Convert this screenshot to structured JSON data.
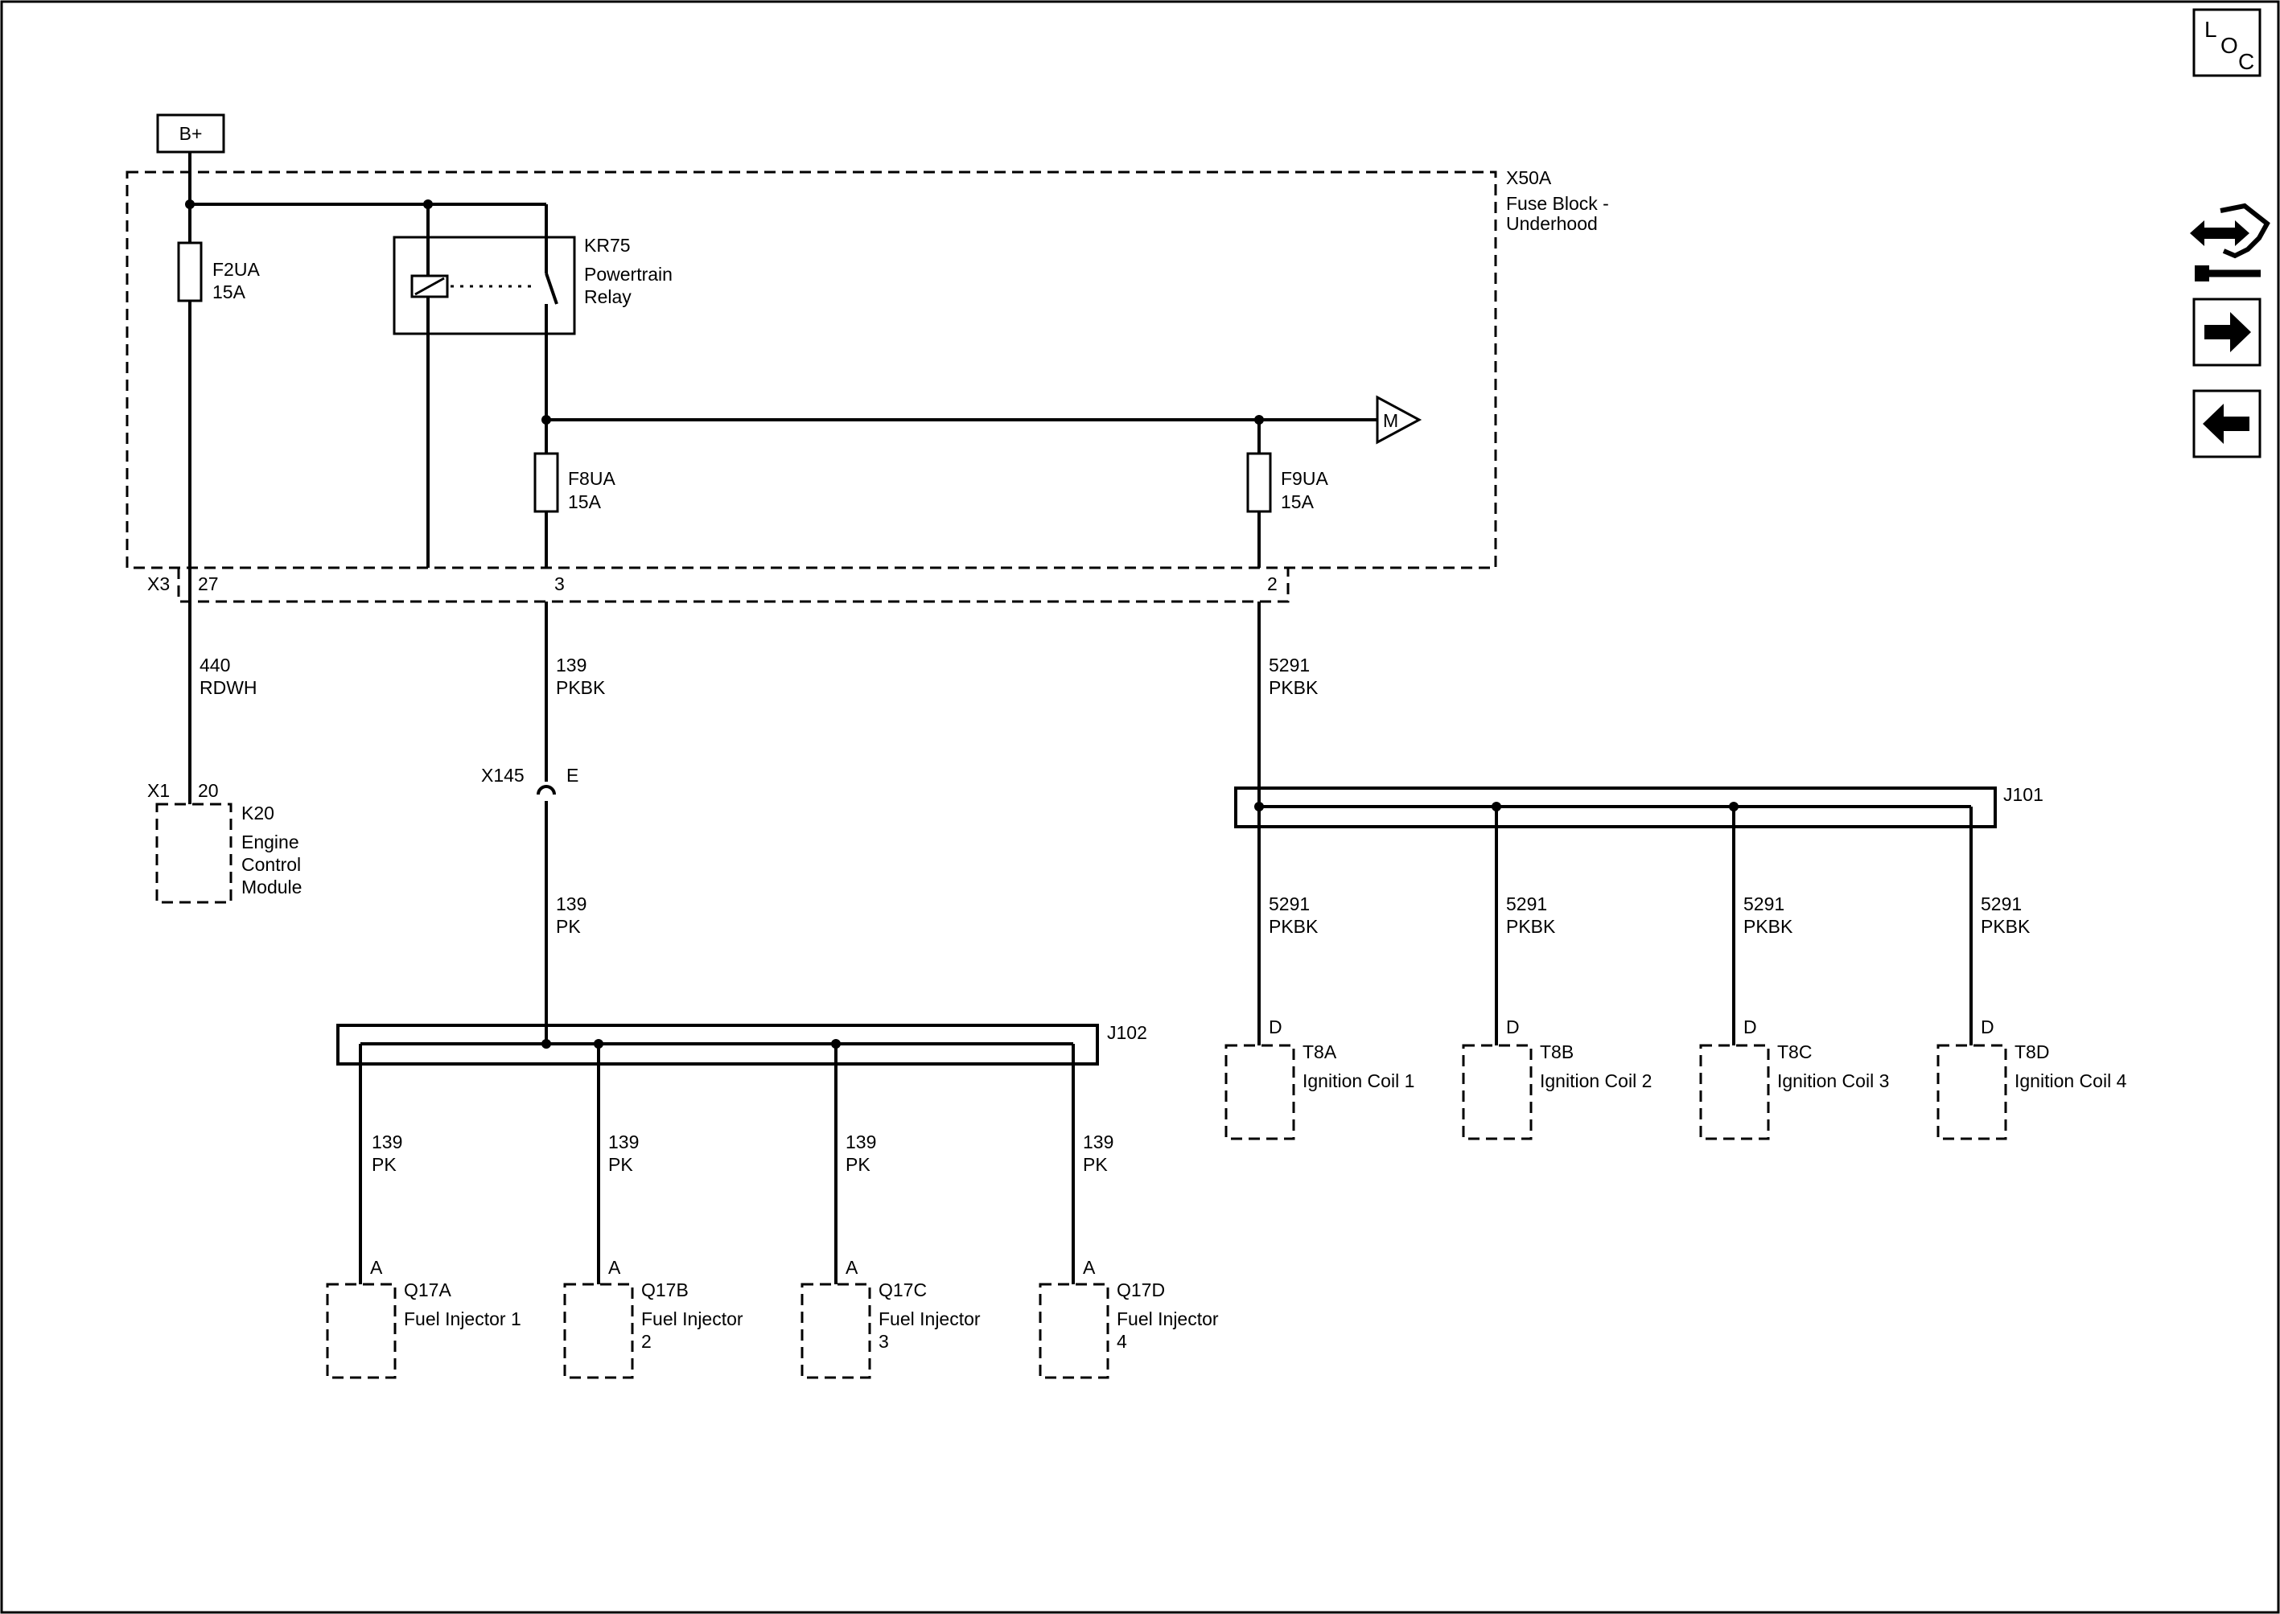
{
  "source": {
    "label": "B+"
  },
  "fuse_block": {
    "id": "X50A",
    "name_line1": "Fuse Block -",
    "name_line2": "Underhood"
  },
  "fuses": {
    "f2ua": {
      "name": "F2UA",
      "rating": "15A"
    },
    "f8ua": {
      "name": "F8UA",
      "rating": "15A"
    },
    "f9ua": {
      "name": "F9UA",
      "rating": "15A"
    }
  },
  "relay": {
    "id": "KR75",
    "name_line1": "Powertrain",
    "name_line2": "Relay"
  },
  "m_ref": {
    "label": "M"
  },
  "x3": {
    "connector": "X3",
    "pin27": "27",
    "pin3": "3",
    "pin2": "2"
  },
  "wires": {
    "w440": {
      "circuit": "440",
      "color": "RDWH"
    },
    "w139_main": {
      "circuit": "139",
      "color": "PKBK"
    },
    "w139_pk": {
      "circuit": "139",
      "color": "PK"
    },
    "w5291": {
      "circuit": "5291",
      "color": "PKBK"
    }
  },
  "ecm": {
    "connector": "X1",
    "pin": "20",
    "id": "K20",
    "name_line1": "Engine",
    "name_line2": "Control",
    "name_line3": "Module"
  },
  "inline": {
    "connector": "X145",
    "pin": "E"
  },
  "splices": {
    "j101": "J101",
    "j102": "J102"
  },
  "coils": [
    {
      "id": "T8A",
      "pin": "D",
      "name": "Ignition Coil 1",
      "circuit": "5291",
      "color": "PKBK"
    },
    {
      "id": "T8B",
      "pin": "D",
      "name": "Ignition Coil 2",
      "circuit": "5291",
      "color": "PKBK"
    },
    {
      "id": "T8C",
      "pin": "D",
      "name": "Ignition Coil 3",
      "circuit": "5291",
      "color": "PKBK"
    },
    {
      "id": "T8D",
      "pin": "D",
      "name": "Ignition Coil 4",
      "circuit": "5291",
      "color": "PKBK"
    }
  ],
  "injectors": [
    {
      "id": "Q17A",
      "pin": "A",
      "name_line1": "Fuel Injector 1",
      "name_line2": "",
      "circuit": "139",
      "color": "PK"
    },
    {
      "id": "Q17B",
      "pin": "A",
      "name_line1": "Fuel Injector",
      "name_line2": "2",
      "circuit": "139",
      "color": "PK"
    },
    {
      "id": "Q17C",
      "pin": "A",
      "name_line1": "Fuel Injector",
      "name_line2": "3",
      "circuit": "139",
      "color": "PK"
    },
    {
      "id": "Q17D",
      "pin": "A",
      "name_line1": "Fuel Injector",
      "name_line2": "4",
      "circuit": "139",
      "color": "PK"
    }
  ],
  "nav": {
    "loc_l": "L",
    "loc_o": "O",
    "loc_c": "C",
    "icons": [
      "connector-view-icon",
      "next-arrow-icon",
      "back-arrow-icon"
    ]
  }
}
